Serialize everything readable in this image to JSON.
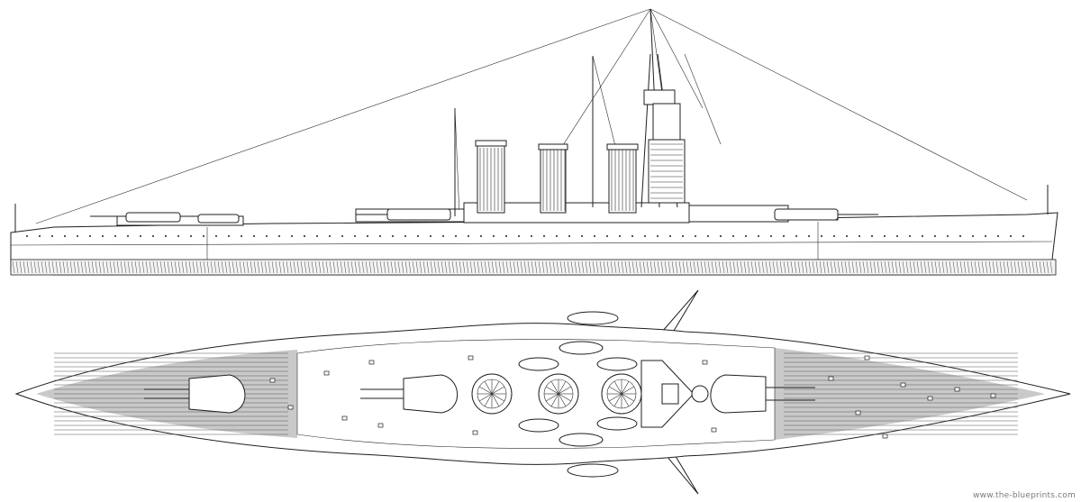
{
  "watermark": "www.the-blueprints.com",
  "colors": {
    "ink": "#1f1f1f",
    "paper": "#ffffff",
    "deck_shade": "#c9c9c9"
  },
  "views": [
    {
      "id": "side-elevation"
    },
    {
      "id": "top-plan"
    }
  ]
}
